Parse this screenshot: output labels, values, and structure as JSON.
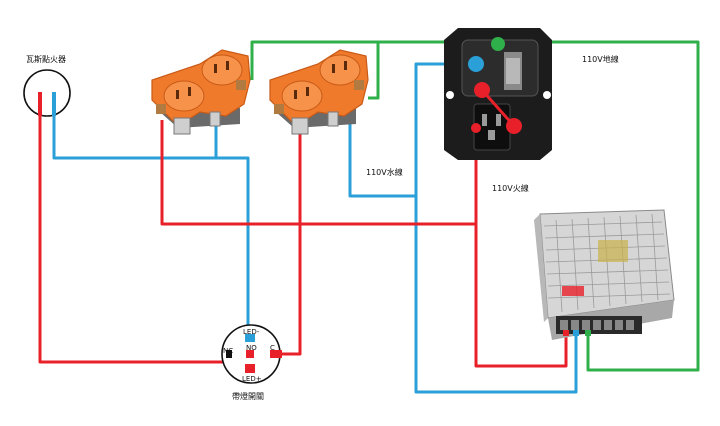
{
  "labels": {
    "igniter": "瓦斯點火器",
    "ground": "110V地線",
    "neutral": "110V水線",
    "live": "110V火線",
    "switch": "帶燈開關"
  },
  "switch_pins": {
    "led_minus": "LED-",
    "nc": "NC",
    "no": "NO",
    "c": "C",
    "led_plus": "LED+"
  },
  "colors": {
    "live_wire": "#e8202a",
    "neutral_wire": "#2a9fd8",
    "ground_wire": "#2fb04a",
    "outlet": "#f07a2c",
    "outlet_dark": "#c85a16",
    "inlet_body": "#1c1c1c",
    "psu_body": "#cfcfcf"
  }
}
